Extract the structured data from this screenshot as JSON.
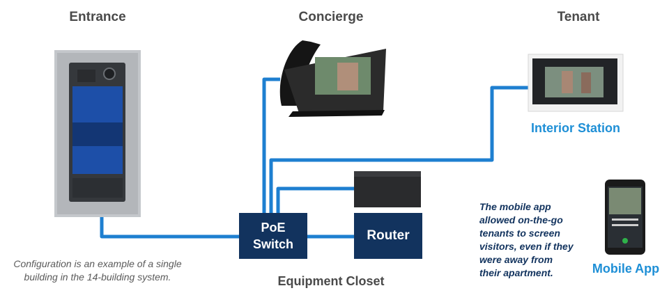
{
  "headers": {
    "entrance": "Entrance",
    "concierge": "Concierge",
    "tenant": "Tenant"
  },
  "entrance_panel": {
    "screen_title": "Welcome",
    "screen_subtitle": "Please touch the screen"
  },
  "boxes": {
    "poe_line1": "PoE",
    "poe_line2": "Switch",
    "router": "Router"
  },
  "labels": {
    "interior_station": "Interior Station",
    "mobile_app": "Mobile App",
    "equipment_closet": "Equipment Closet"
  },
  "config_note": {
    "line1": "Configuration is an example of a single",
    "line2": "building in the 14-building system."
  },
  "mobile_note": {
    "lines": [
      "The mobile app",
      "allowed on-the-go",
      "tenants to screen",
      "visitors, even if they",
      "were away from",
      "their apartment."
    ]
  },
  "colors": {
    "cable": "#1e7fd0",
    "box": "#12335e",
    "accent_text": "#1e8fd6"
  }
}
